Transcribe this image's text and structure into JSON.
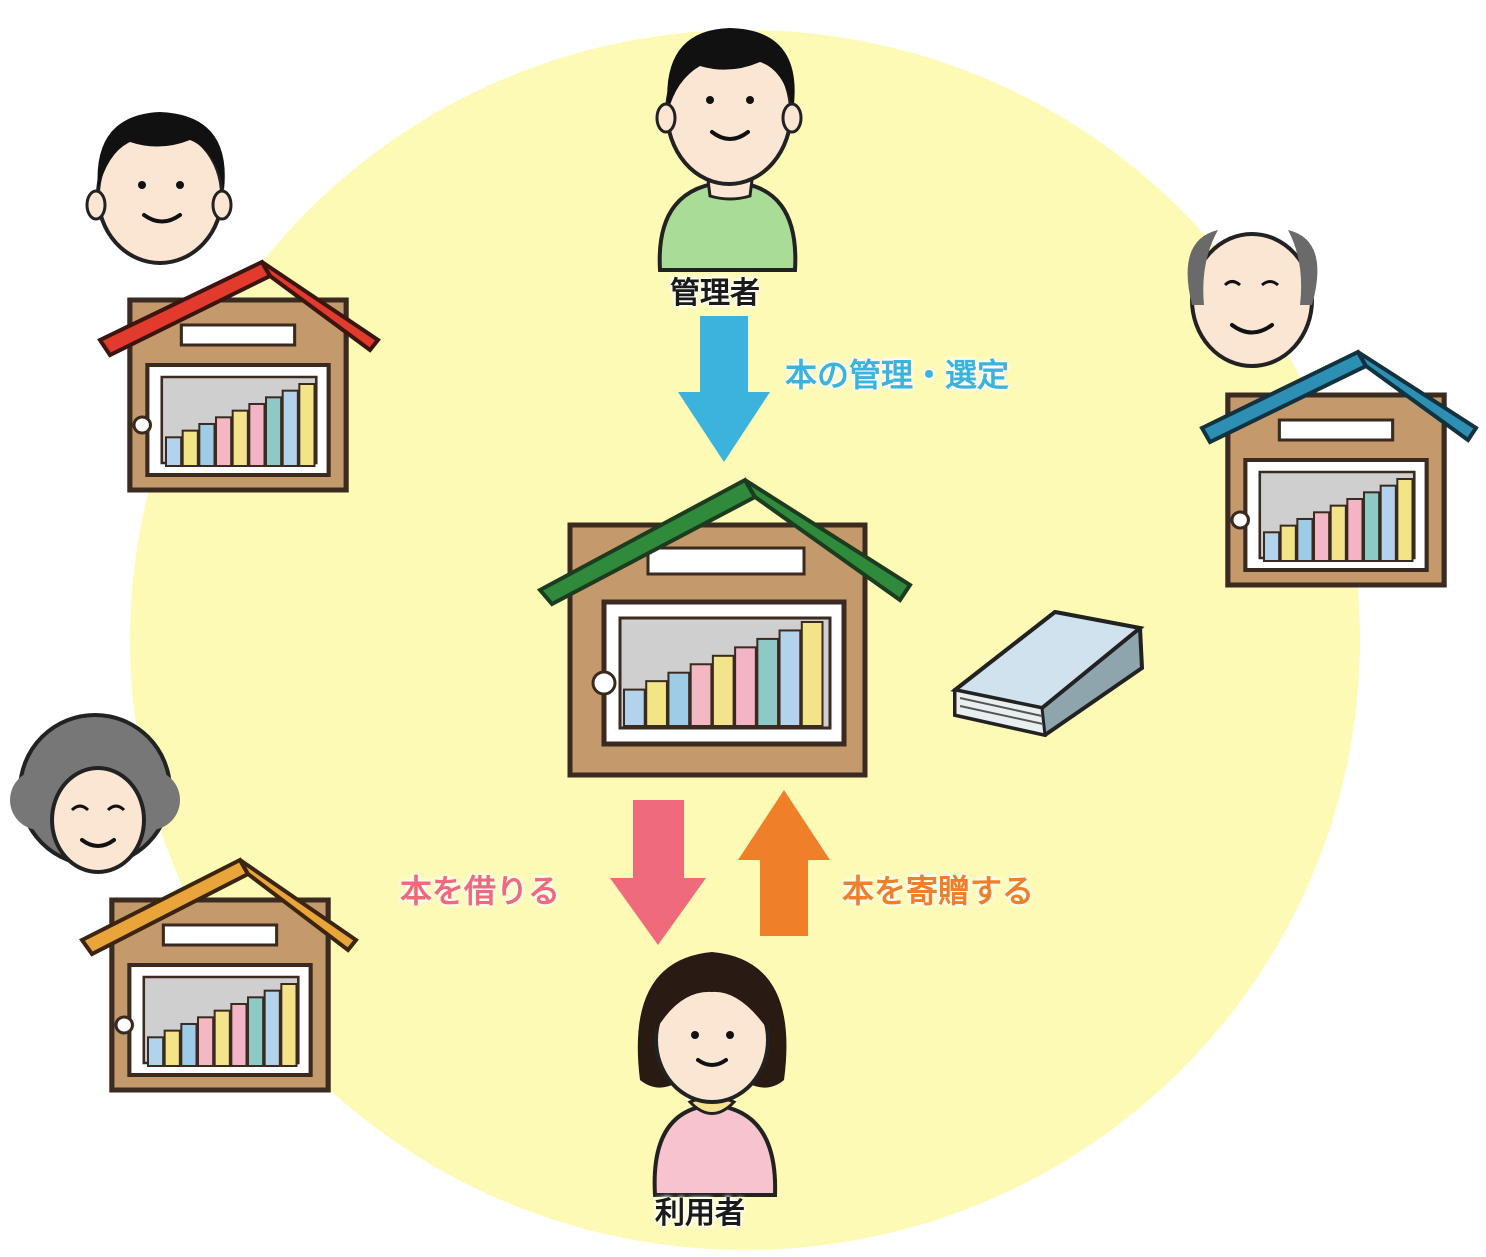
{
  "roles": {
    "manager": "管理者",
    "user": "利用者"
  },
  "actions": {
    "manage": {
      "text": "本の管理・選定",
      "color": "#3bb3dc"
    },
    "borrow": {
      "text": "本を借りる",
      "color": "#ef6a7a"
    },
    "donate": {
      "text": "本を寄贈する",
      "color": "#f07f2a"
    }
  },
  "palette": {
    "circle": "#fdfab6",
    "house_wall": "#c49a6c",
    "roof_center": "#2f8a3c",
    "roof_top_left": "#e23a2c",
    "roof_right": "#2c8fb3",
    "roof_bottom_left": "#e9a53a",
    "book_spines": [
      "#b3d3ec",
      "#f2e487",
      "#9ecbe6",
      "#f3b8c4",
      "#f3e38a",
      "#f3b4c6",
      "#8ec9c6"
    ],
    "book_cover": "#cfe2ee"
  }
}
